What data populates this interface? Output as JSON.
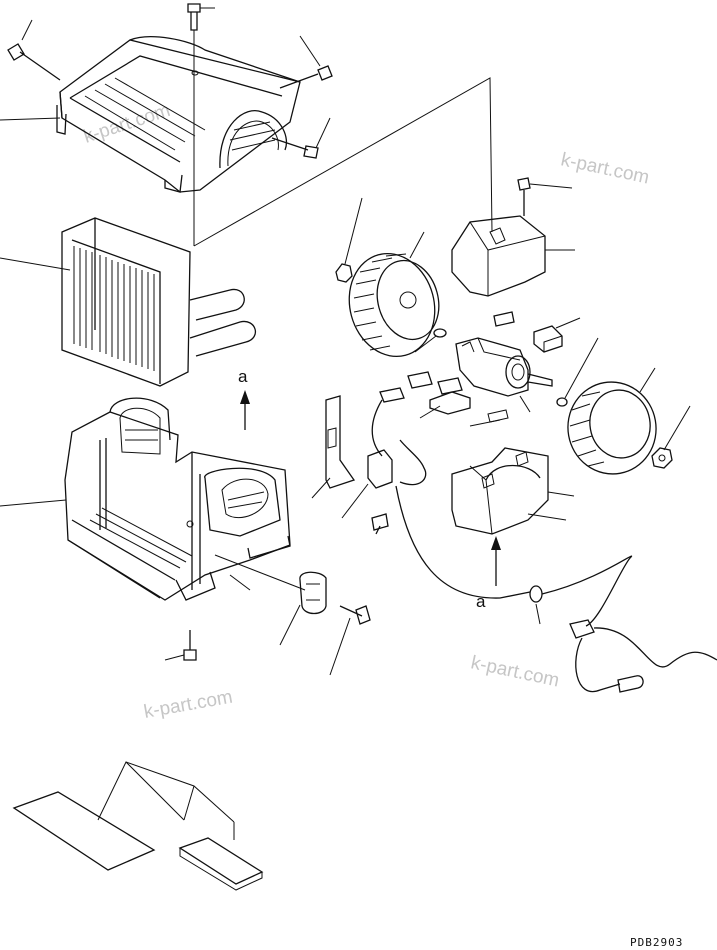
{
  "watermark": "k-part.com",
  "arrow_labels": [
    "a",
    "a"
  ],
  "drawing_code": "PDB2903"
}
